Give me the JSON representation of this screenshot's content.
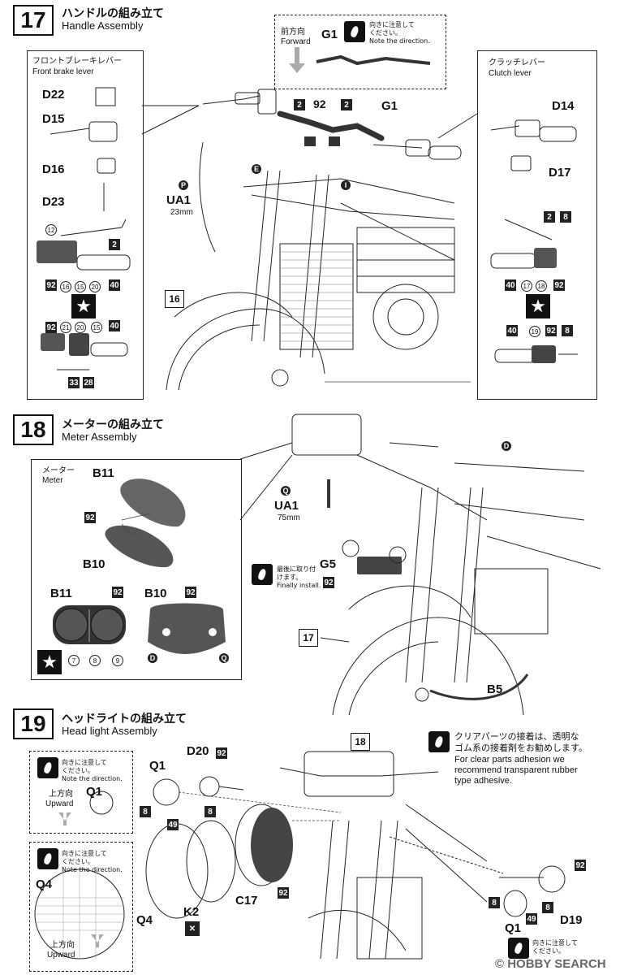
{
  "step17": {
    "number": "17",
    "title_jp": "ハンドルの組み立て",
    "title_en": "Handle Assembly",
    "front_brake": {
      "jp": "フロントブレーキレバー",
      "en": "Front brake lever"
    },
    "clutch": {
      "jp": "クラッチレバー",
      "en": "Clutch lever"
    },
    "direction": {
      "label": "G1",
      "jp1": "向きに注意して",
      "jp2": "ください。",
      "en": "Note the direction.",
      "fwd_jp": "前方向",
      "fwd_en": "Forward"
    },
    "parts_left": [
      "D22",
      "D15",
      "D16",
      "D23"
    ],
    "parts_right": [
      "D14",
      "D17"
    ],
    "g1": "G1",
    "ua1": "UA1",
    "ua1_len": "23mm",
    "mark_p": "P",
    "mark_e": "E",
    "mark_i": "I",
    "color_2": "2",
    "color_92": "92",
    "color_8": "8",
    "color_40": "40",
    "color_33": "33",
    "color_28": "28",
    "circ_12": "12",
    "circ_16": "16",
    "circ_15": "15",
    "circ_20": "20",
    "circ_21": "21",
    "circ_17": "17",
    "circ_18": "18",
    "circ_19": "19",
    "ref16": "16",
    "star": "★"
  },
  "step18": {
    "number": "18",
    "title_jp": "メーターの組み立て",
    "title_en": "Meter Assembly",
    "meter": {
      "jp": "メーター",
      "en": "Meter"
    },
    "b11": "B11",
    "b10": "B10",
    "ua1": "UA1",
    "ua1_len": "75mm",
    "mark_q": "Q",
    "mark_d": "D",
    "g5": "G5",
    "final": {
      "jp1": "最後に取り付",
      "jp2": "けます。",
      "en": "Finally install."
    },
    "b5": "B5",
    "ref17": "17",
    "c7": "7",
    "c8": "8",
    "c9": "9",
    "color_92": "92",
    "star": "★"
  },
  "step19": {
    "number": "19",
    "title_jp": "ヘッドライトの組み立て",
    "title_en": "Head light Assembly",
    "note_dir": {
      "jp1": "向きに注意して",
      "jp2": "ください。",
      "en": "Note the direction."
    },
    "upward_jp": "上方向",
    "upward_en": "Upward",
    "q1": "Q1",
    "q4": "Q4",
    "d20": "D20",
    "d19": "D19",
    "k2": "K2",
    "c17": "C17",
    "ref18": "18",
    "clear_jp1": "クリアパーツの接着は、透明な",
    "clear_jp2": "ゴム系の接着剤をお勧めします。",
    "clear_en1": "For clear parts adhesion we",
    "clear_en2": "recommend transparent rubber",
    "clear_en3": "type adhesive.",
    "color_8": "8",
    "color_92": "92",
    "color_49": "49"
  },
  "watermark": "© HOBBY SEARCH"
}
